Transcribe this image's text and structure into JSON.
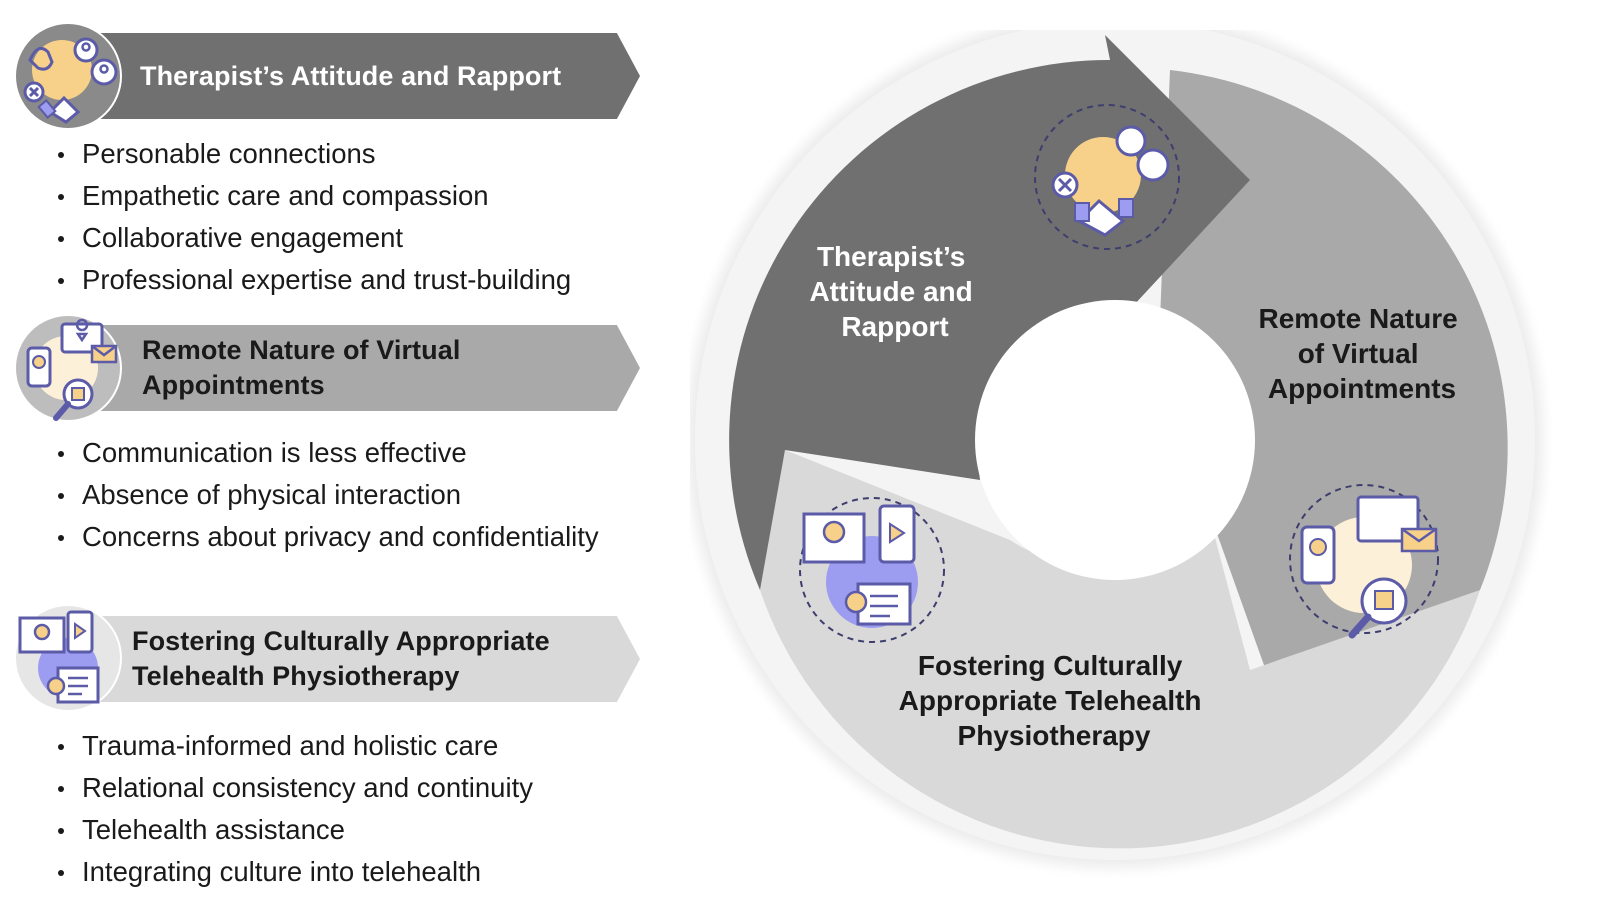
{
  "themes": [
    {
      "title_line1": "Therapist’s Attitude and Rapport",
      "title_line2": "",
      "bullets": [
        "Personable connections",
        "Empathetic care and compassion",
        "Collaborative engagement",
        "Professional expertise and trust-building"
      ]
    },
    {
      "title_line1": "Remote Nature of Virtual",
      "title_line2": "Appointments",
      "bullets": [
        "Communication is less effective",
        "Absence of physical interaction",
        "Concerns about privacy and confidentiality"
      ]
    },
    {
      "title_line1": "Fostering Culturally Appropriate",
      "title_line2": "Telehealth Physiotherapy",
      "bullets": [
        "Trauma-informed and holistic care",
        "Relational consistency and continuity",
        "Telehealth assistance",
        "Integrating culture into telehealth"
      ]
    }
  ],
  "cycle": {
    "segment1": [
      "Therapist’s",
      "Attitude and",
      "Rapport"
    ],
    "segment2": [
      "Remote Nature",
      "of Virtual",
      "Appointments"
    ],
    "segment3": [
      "Fostering Culturally",
      "Appropriate Telehealth",
      "Physiotherapy"
    ]
  },
  "colors": {
    "dark_gray": "#707070",
    "mid_gray": "#a9a9a9",
    "light_gray": "#d9d9d9",
    "icon_purple": "#5b5ba8",
    "icon_lavender": "#9c9cf0",
    "icon_yellow": "#f7d08a"
  },
  "icons": [
    "rapport-icon",
    "remote-appointment-icon",
    "telehealth-culture-icon"
  ]
}
